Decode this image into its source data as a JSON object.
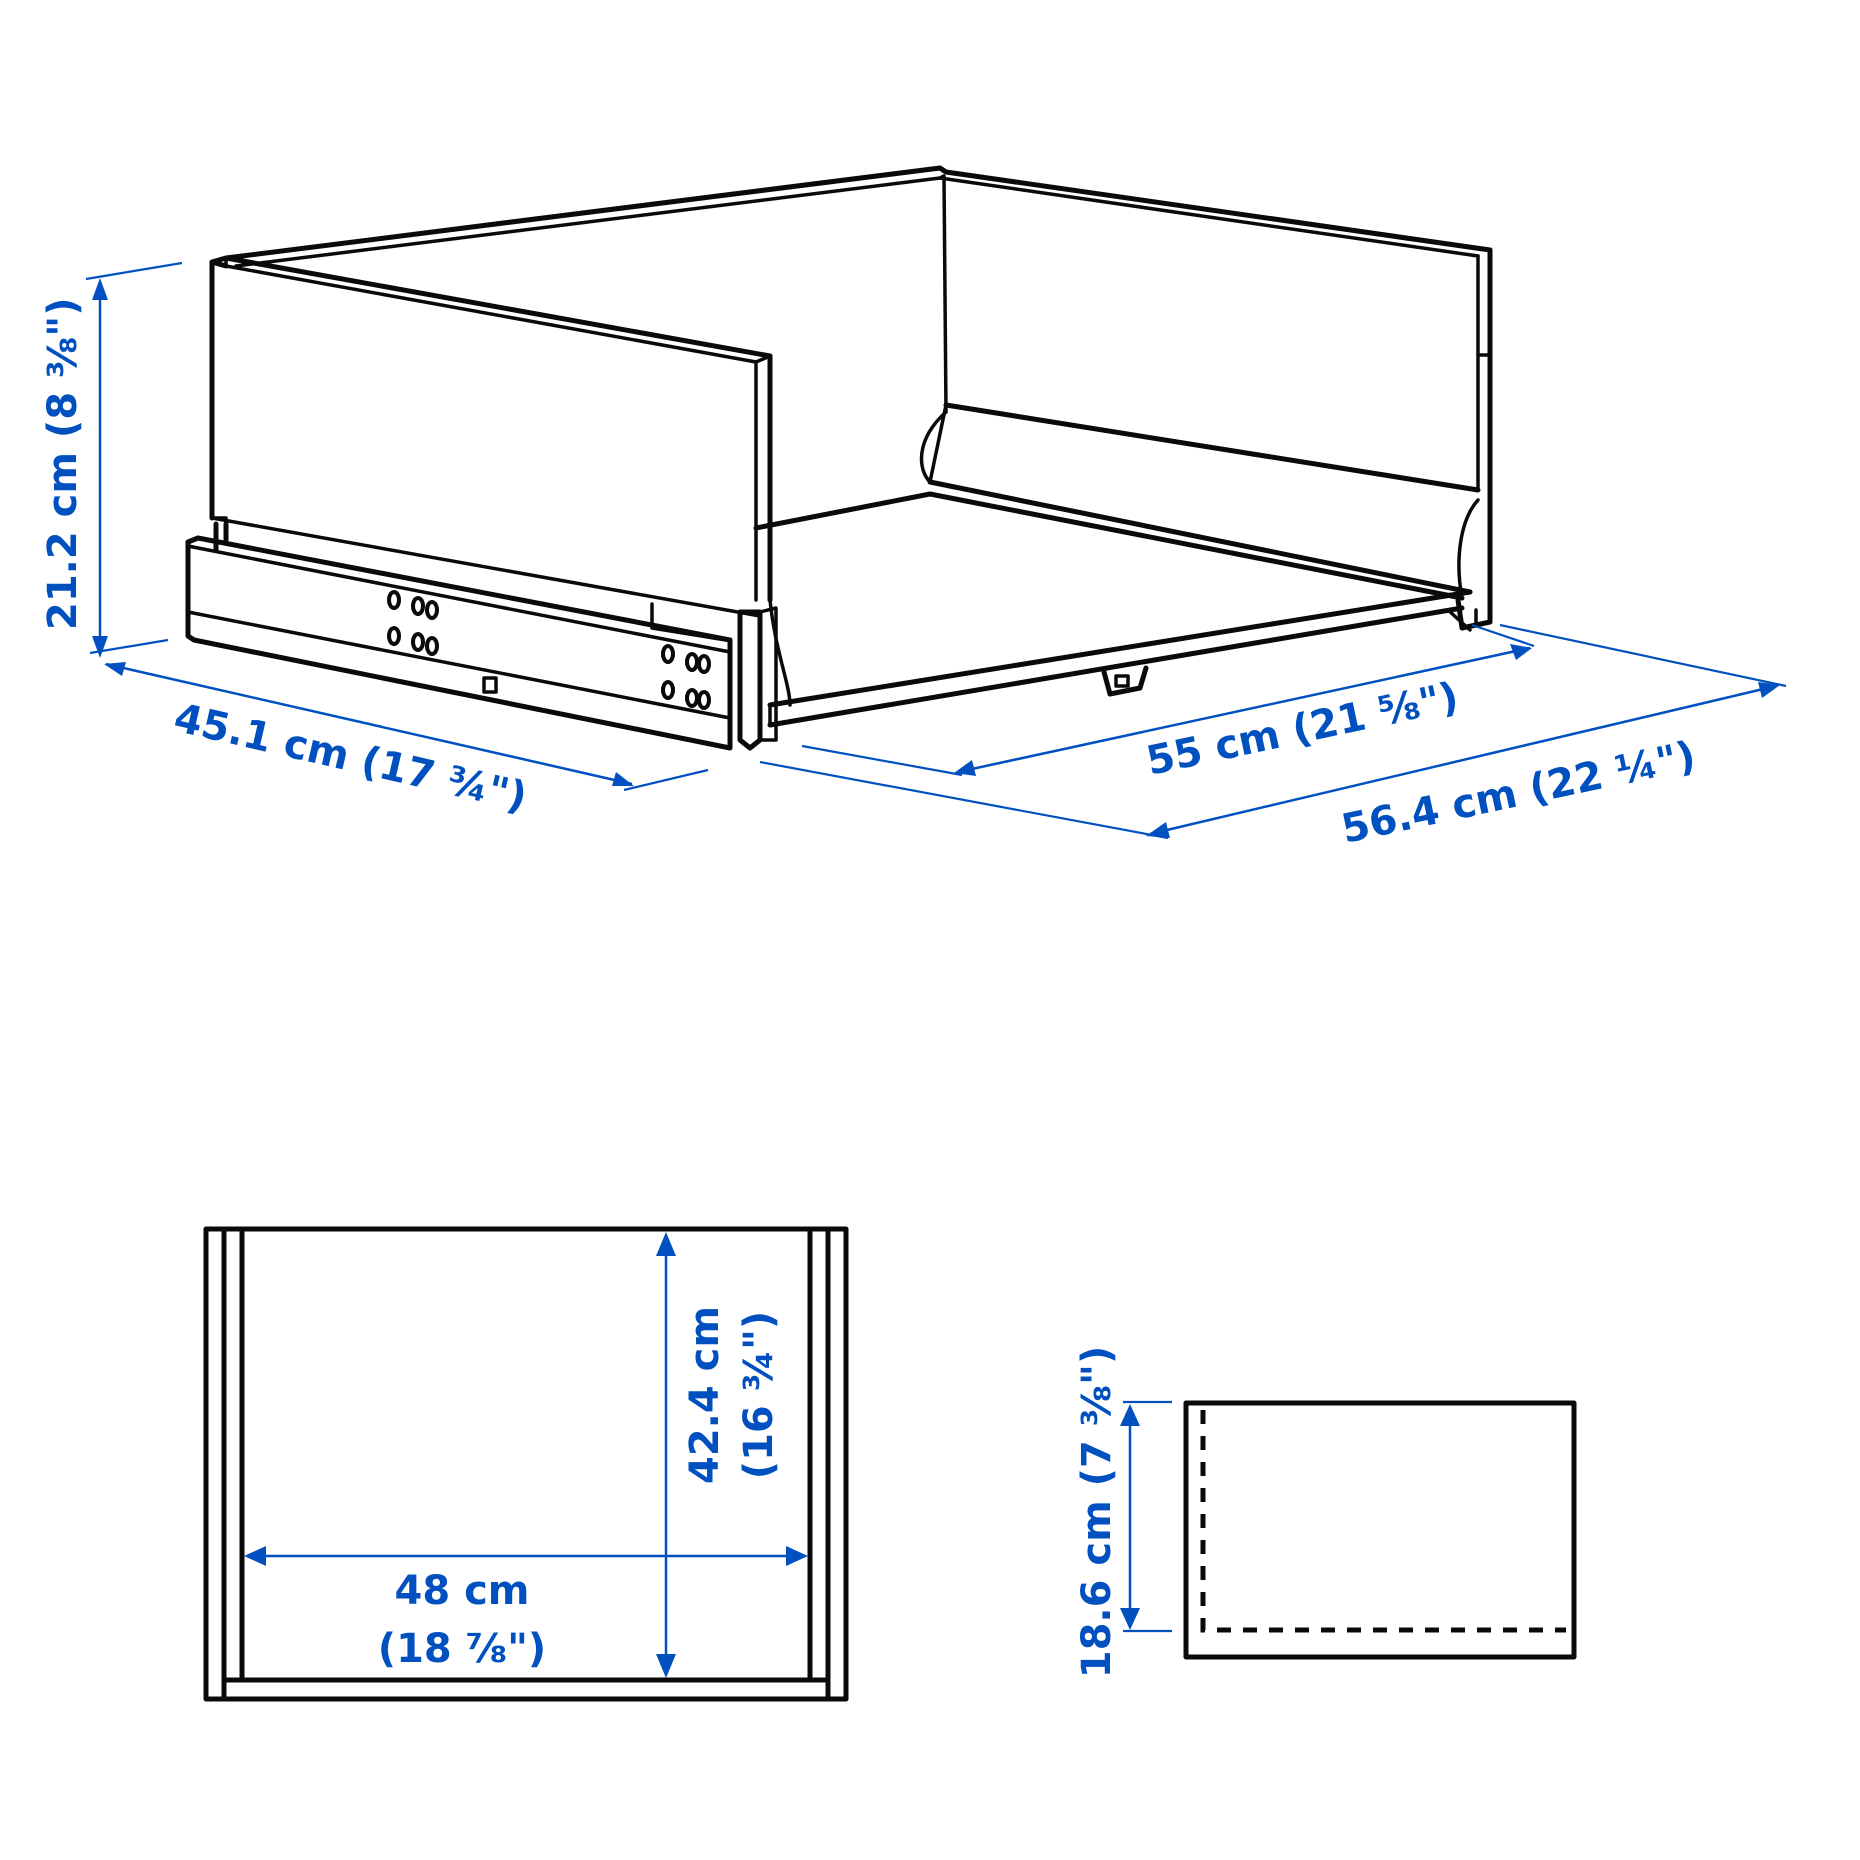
{
  "colors": {
    "line_art": "#0a0a0a",
    "dimension": "#0050c0",
    "background": "#ffffff"
  },
  "isometric_view": {
    "dimensions": {
      "height": "21.2 cm (8 ⅜\")",
      "depth_left": "45.1 cm (17 ¾\")",
      "width_inner": "55 cm (21 ⅝\")",
      "width_outer": "56.4 cm (22 ¼\")"
    }
  },
  "top_view": {
    "dimensions": {
      "inner_depth_cm": "42.4 cm",
      "inner_depth_in": "(16 ¾\")",
      "inner_width_cm": "48 cm",
      "inner_width_in": "(18 ⅞\")"
    }
  },
  "side_view": {
    "dimensions": {
      "inner_height": "18.6 cm (7 ⅜\")"
    }
  }
}
